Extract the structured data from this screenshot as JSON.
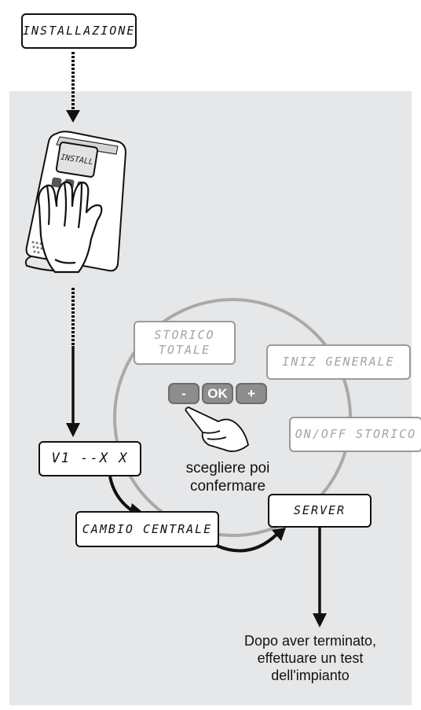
{
  "steps": {
    "installazione": "INSTALLAZIONE",
    "device_screen": "INSTALL",
    "version": "V1 --X X",
    "cambio_centrale": "CAMBIO CENTRALE",
    "server": "SERVER",
    "storico_totale": [
      "STORICO",
      "TOTALE"
    ],
    "iniz_generale": "INIZ GENERALE",
    "onoff_storico": "ON/OFF STORICO"
  },
  "buttons": {
    "minus": "-",
    "ok": "OK",
    "plus": "+"
  },
  "instruction": [
    "scegliere poi",
    "confermare"
  ],
  "final_note": [
    "Dopo aver terminato,",
    "effettuare un test",
    "dell'impianto"
  ]
}
